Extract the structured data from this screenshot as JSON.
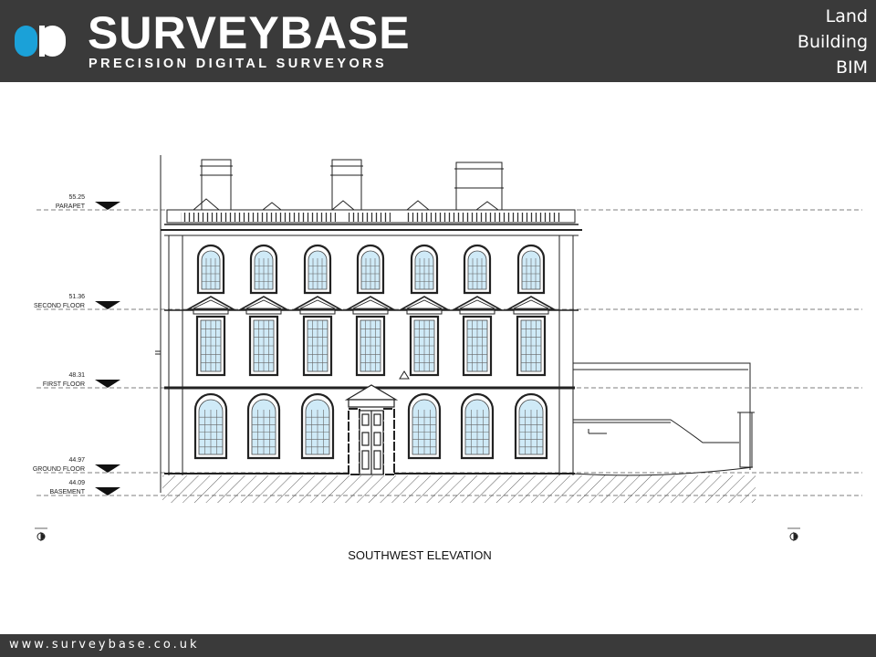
{
  "header": {
    "brand_name": "SURVEYBASE",
    "tagline": "PRECISION DIGITAL SURVEYORS",
    "services": [
      "Land",
      "Building",
      "BIM"
    ],
    "colors": {
      "bar": "#3a3a3a",
      "logo_blue": "#1ba1d8",
      "logo_white": "#ffffff"
    }
  },
  "drawing": {
    "title": "SOUTHWEST ELEVATION",
    "levels": [
      {
        "value": "55.25",
        "label": "PARAPET"
      },
      {
        "value": "51.36",
        "label": "SECOND FLOOR"
      },
      {
        "value": "48.31",
        "label": "FIRST FLOOR"
      },
      {
        "value": "44.97",
        "label": "GROUND FLOOR"
      },
      {
        "value": "44.09",
        "label": "BASEMENT"
      }
    ],
    "colors": {
      "line": "#222222",
      "glazing": "#cfeaf7"
    }
  },
  "footer": {
    "url": "www.surveybase.co.uk"
  }
}
